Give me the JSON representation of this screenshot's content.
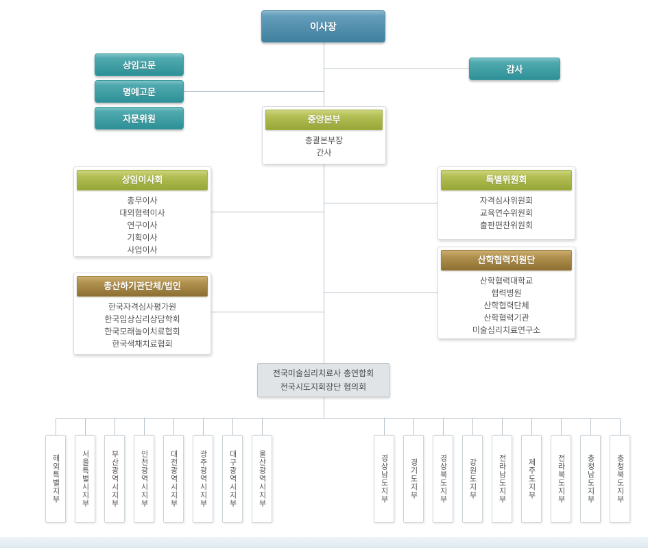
{
  "org": {
    "chairman": {
      "label": "이사장"
    },
    "advisors": {
      "items": [
        "상임고문",
        "명예고문",
        "자문위원"
      ]
    },
    "auditor": {
      "label": "감사"
    },
    "headquarters": {
      "title": "중앙본부",
      "members": [
        "총괄본부장",
        "간사"
      ]
    },
    "standing_board": {
      "title": "상임이사회",
      "members": [
        "총무이사",
        "대외협력이사",
        "연구이사",
        "기획이사",
        "사업이사"
      ]
    },
    "special_committee": {
      "title": "특별위원회",
      "members": [
        "자격심사위원회",
        "교육연수위원회",
        "출판편찬위원회"
      ]
    },
    "affiliated_orgs": {
      "title": "총산하기관단체/법인",
      "members": [
        "한국자격심사평가원",
        "한국임상심리상담학회",
        "한국모래놀이치료협회",
        "한국색채치료협회"
      ]
    },
    "industry_cooperation": {
      "title": "산학협력지원단",
      "members": [
        "산학협력대학교",
        "협력병원",
        "산학협력단체",
        "산학협력기관",
        "미술심리치료연구소"
      ]
    },
    "federation": {
      "line1": "전국미술심리치료사 총연합회",
      "line2": "전국시도지회장단 협의회"
    },
    "branches_left": [
      "해외특별지부",
      "서울특별시지부",
      "부산광역시지부",
      "인천광역시지부",
      "대전광역시지부",
      "광주광역시지부",
      "대구광역시지부",
      "울산광역시지부"
    ],
    "branches_right": [
      "경상남도지부",
      "경기도지부",
      "경상북도지부",
      "강원도지부",
      "전라남도지부",
      "제주도지부",
      "전라북도지부",
      "충청남도지부",
      "충청북도지부"
    ],
    "colors": {
      "chairman_box": "#41809f",
      "teal_box": "#2d9197",
      "green_header": "#98a637",
      "brown_header": "#8d7033",
      "federation_bg": "#e0e4e6",
      "connector_line": "#b6c2cb"
    }
  }
}
